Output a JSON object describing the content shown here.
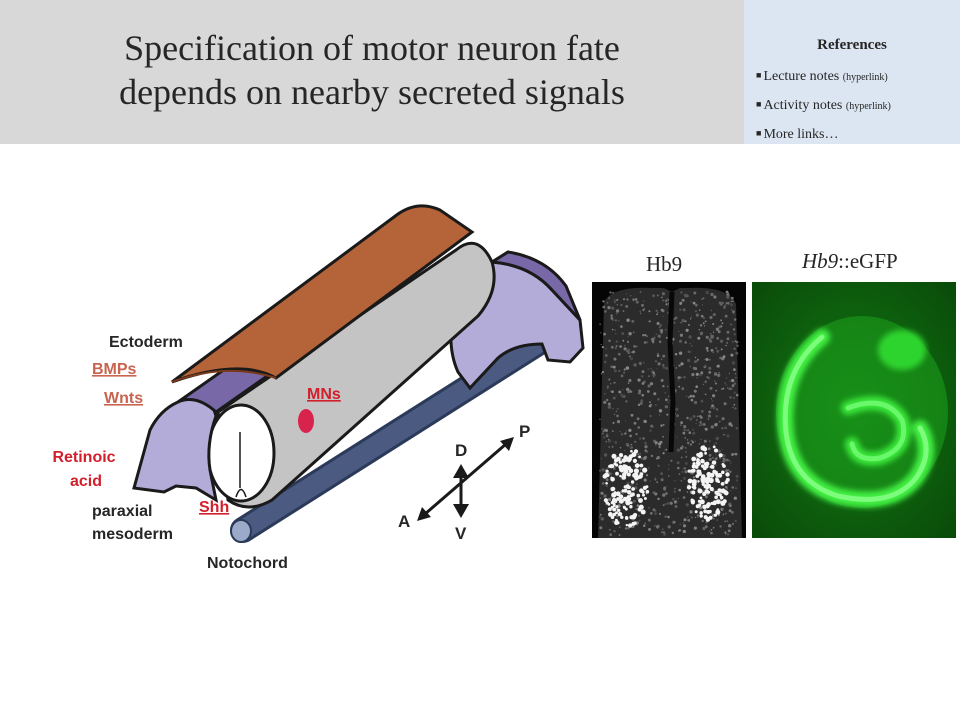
{
  "slide": {
    "title_line1": "Specification of motor neuron fate",
    "title_line2": "depends on nearby secreted signals"
  },
  "references": {
    "title": "References",
    "items": [
      {
        "label": "Lecture notes ",
        "note": "(hyperlink)"
      },
      {
        "label": "Activity notes ",
        "note": "(hyperlink)"
      },
      {
        "label": "More links…",
        "note": ""
      }
    ]
  },
  "diagram": {
    "labels": {
      "ectoderm": "Ectoderm",
      "bmps": "BMPs",
      "wnts": "Wnts",
      "retinoic_1": "Retinoic",
      "retinoic_2": "acid",
      "paraxial_1": "paraxial",
      "paraxial_2": "mesoderm",
      "shh": "Shh",
      "mns": "MNs",
      "notochord": "Notochord"
    },
    "axes": {
      "d": "D",
      "v": "V",
      "a": "A",
      "p": "P"
    },
    "colors": {
      "ectoderm": "#b5643a",
      "neural_tube": "#c4c4c4",
      "mesoderm": "#7868a8",
      "notochord": "#4a5a80",
      "mn_dot": "#d8234c",
      "signal_red": "#d21f2b"
    }
  },
  "images": {
    "hb9_caption": "Hb9",
    "gfp_caption_italic": "Hb9",
    "gfp_caption_rest": "::eGFP"
  }
}
